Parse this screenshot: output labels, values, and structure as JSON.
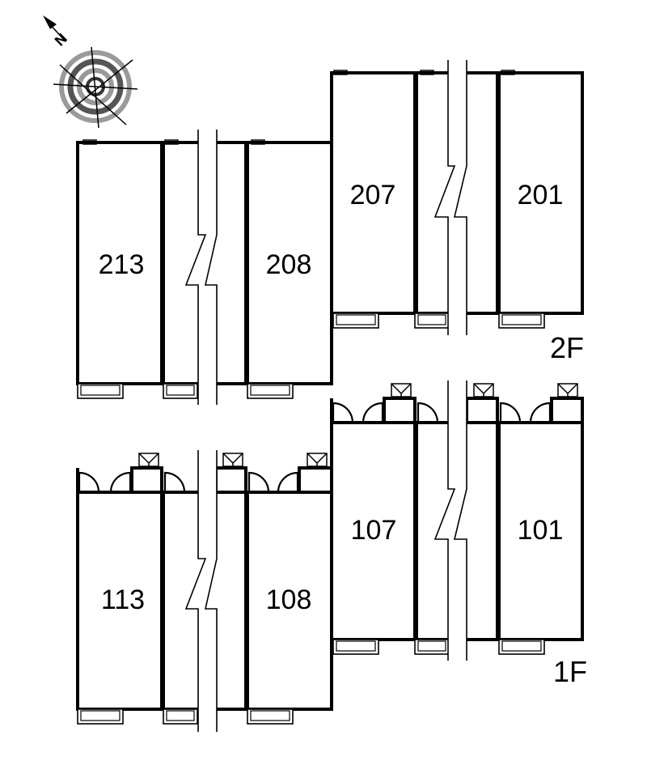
{
  "compass": {
    "north_label": "N",
    "icon": "compass-rose-icon"
  },
  "floors": [
    {
      "label": "2F",
      "rooms": [
        "213",
        "208",
        "207",
        "201"
      ]
    },
    {
      "label": "1F",
      "rooms": [
        "113",
        "108",
        "107",
        "101"
      ]
    }
  ]
}
